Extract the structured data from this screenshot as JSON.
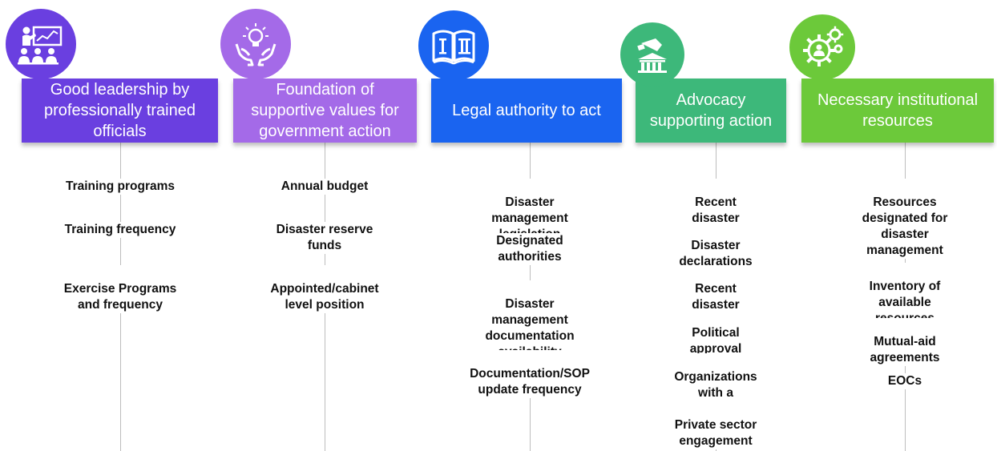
{
  "columns": [
    {
      "title": "Good leadership by professionally trained officials",
      "color": "#6a3fe0",
      "icon": "classroom-teacher-icon",
      "items": [
        "Training programs",
        "Training frequency",
        "Exercise Programs\nand frequency"
      ]
    },
    {
      "title": "Foundation of supportive values for government action",
      "color": "#a46ae8",
      "icon": "hands-lightbulb-icon",
      "items": [
        "Annual budget",
        "Disaster reserve funds",
        "Appointed/cabinet\nlevel position"
      ]
    },
    {
      "title": "Legal authority to act",
      "color": "#1a64f0",
      "icon": "open-law-book-icon",
      "items": [
        "Disaster management\nlegislation",
        "Designated authorities",
        "Disaster management\ndocumentation\navailability",
        "Documentation/SOP\nupdate frequency"
      ]
    },
    {
      "title": "Advocacy supporting action",
      "color": "#3db87a",
      "icon": "government-building-megaphone-icon",
      "items": [
        "Recent disaster\nevents",
        "Disaster\ndeclarations",
        "Recent disaster\nlegislation",
        "Political approval\nratings",
        "Organizations with a\nDM focus in country",
        "Private sector\nengagement"
      ]
    },
    {
      "title": "Necessary institutional resources",
      "color": "#6cc93a",
      "icon": "gears-person-icon",
      "items": [
        "Resources\ndesignated for\ndisaster\nmanagement",
        "Inventory of\navailable resources",
        "Mutual-aid\nagreements",
        "EOCs"
      ]
    }
  ]
}
